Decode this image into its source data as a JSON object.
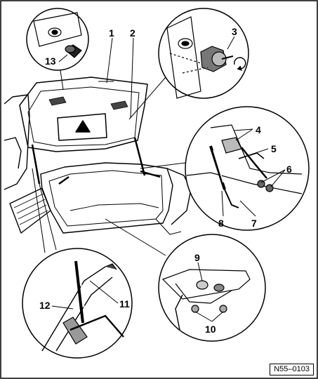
{
  "diagram": {
    "callouts": [
      "1",
      "2",
      "3",
      "4",
      "5",
      "6",
      "7",
      "8",
      "9",
      "10",
      "11",
      "12",
      "13"
    ],
    "figure_reference": "N55–0103"
  }
}
